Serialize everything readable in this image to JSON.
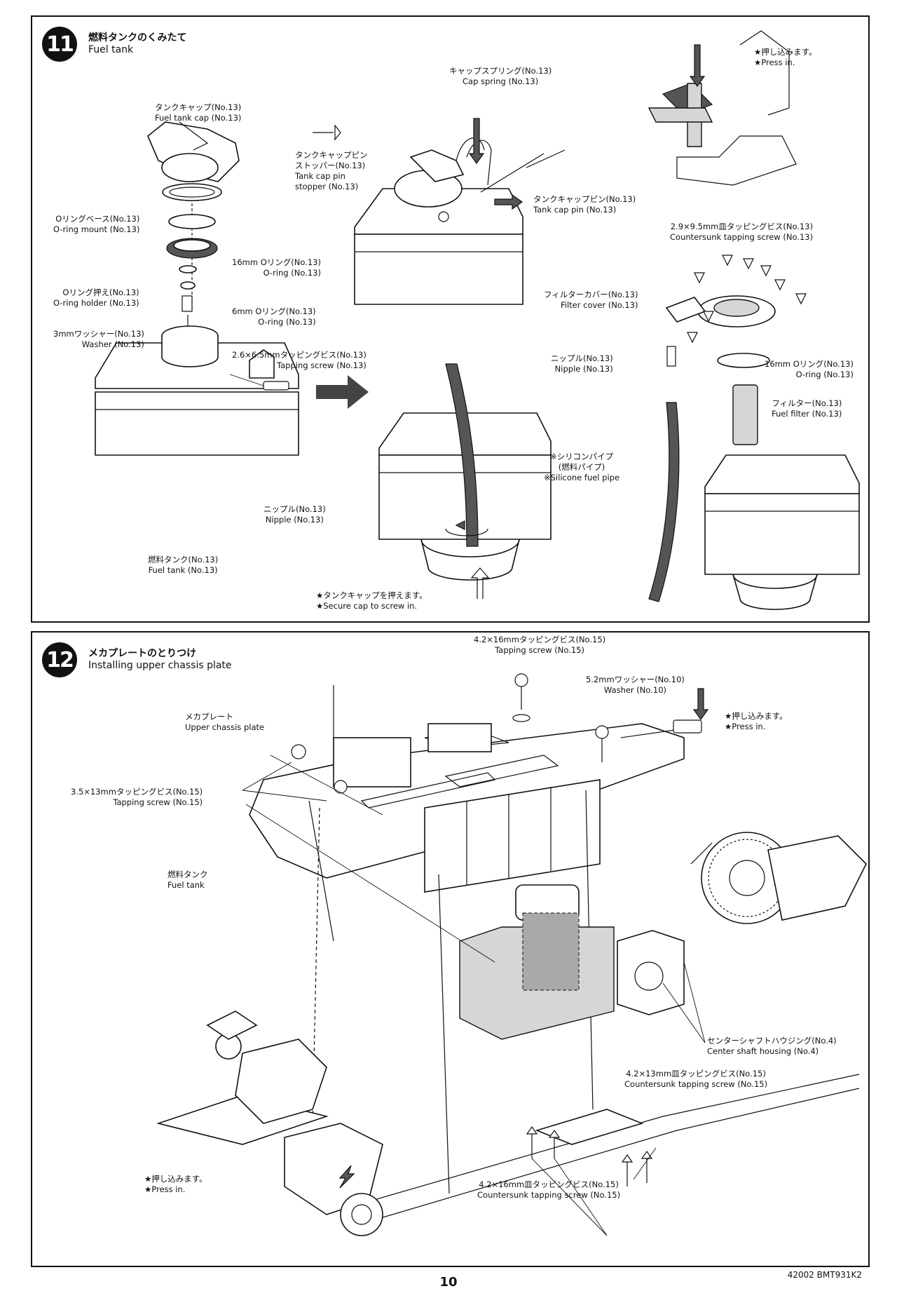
{
  "step11": {
    "number": "11",
    "title_jp": "燃料タンクのくみたて",
    "title_en": "Fuel tank",
    "labels": {
      "cap_jp": "タンクキャップ(No.13)",
      "cap_en": "Fuel tank cap (No.13)",
      "oring_mount_jp": "Oリングベース(No.13)",
      "oring_mount_en": "O-ring mount (No.13)",
      "oring16_jp": "16mm Oリング(No.13)",
      "oring16_en": "O-ring (No.13)",
      "oring_holder_jp": "Oリング押え(No.13)",
      "oring_holder_en": "O-ring holder (No.13)",
      "oring6_jp": "6mm Oリング(No.13)",
      "oring6_en": "O-ring (No.13)",
      "washer3_jp": "3mmワッシャー(No.13)",
      "washer3_en": "Washer (No.13)",
      "tapping_jp": "2.6×6.5mmタッピングビス(No.13)",
      "tapping_en": "Tapping screw (No.13)",
      "nipple_jp": "ニップル(No.13)",
      "nipple_en": "Nipple (No.13)",
      "tank_jp": "燃料タンク(No.13)",
      "tank_en": "Fuel tank (No.13)",
      "cap_spring_jp": "キャップスプリング(No.13)",
      "cap_spring_en": "Cap spring (No.13)",
      "stopper_jp1": "タンクキャップピン",
      "stopper_jp2": "ストッパー(No.13)",
      "stopper_en1": "Tank cap pin",
      "stopper_en2": "stopper (No.13)",
      "cap_pin_jp": "タンクキャップピン(No.13)",
      "cap_pin_en": "Tank cap pin (No.13)",
      "press_jp": "★押し込みます。",
      "press_en": "★Press in.",
      "countersunk_jp": "2.9×9.5mm皿タッピングビス(No.13)",
      "countersunk_en": "Countersunk tapping screw (No.13)",
      "filter_cover_jp": "フィルターカバー(No.13)",
      "filter_cover_en": "Filter cover (No.13)",
      "nipple2_jp": "ニップル(No.13)",
      "nipple2_en": "Nipple (No.13)",
      "oring16b_jp": "16mm Oリング(No.13)",
      "oring16b_en": "O-ring (No.13)",
      "filter_jp": "フィルター(No.13)",
      "filter_en": "Fuel filter (No.13)",
      "silicone_jp1": "※シリコンパイプ",
      "silicone_jp2": "(燃料パイプ)",
      "silicone_en": "※Silicone fuel pipe",
      "secure_jp": "★タンクキャップを押えます。",
      "secure_en": "★Secure cap to screw in."
    }
  },
  "step12": {
    "number": "12",
    "title_jp": "メカプレートのとりつけ",
    "title_en": "Installing upper chassis plate",
    "labels": {
      "tap16_jp": "4.2×16mmタッピングビス(No.15)",
      "tap16_en": "Tapping screw (No.15)",
      "washer52_jp": "5.2mmワッシャー(No.10)",
      "washer52_en": "Washer (No.10)",
      "press_jp": "★押し込みます。",
      "press_en": "★Press in.",
      "plate_jp": "メカプレート",
      "plate_en": "Upper chassis plate",
      "tap13_jp": "3.5×13mmタッピングビス(No.15)",
      "tap13_en": "Tapping screw (No.15)",
      "tank_jp": "燃料タンク",
      "tank_en": "Fuel tank",
      "housing_jp": "センターシャフトハウジング(No.4)",
      "housing_en": "Center shaft housing (No.4)",
      "cs13_jp": "4.2×13mm皿タッピングビス(No.15)",
      "cs13_en": "Countersunk tapping screw (No.15)",
      "press2_jp": "★押し込みます。",
      "press2_en": "★Press in.",
      "cs16_jp": "4.2×16mm皿タッピングビス(No.15)",
      "cs16_en": "Countersunk tapping screw (No.15)"
    }
  },
  "footer": {
    "page_number": "10",
    "code": "42002 BMT931K2"
  }
}
